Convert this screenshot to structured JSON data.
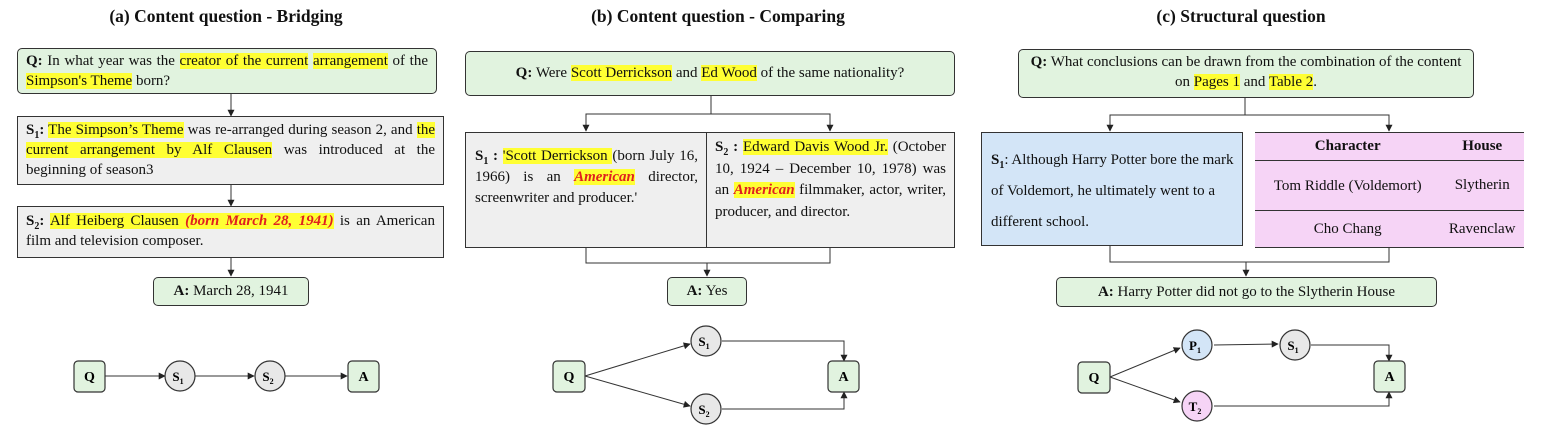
{
  "panel_a": {
    "title": "(a) Content question - Bridging",
    "q_label": "Q:",
    "q_t1": " In what year was the ",
    "q_h1": "creator of the current",
    "q_h2": "arrangement",
    "q_t2": " of the ",
    "q_h3": "Simpson's Theme",
    "q_t3": " born?",
    "s1_label": "S",
    "s1_sub": "1",
    "s1_colon": ":",
    "s1_h1": "The Simpson’s Theme",
    "s1_t1": " was re-arranged during season 2, and ",
    "s1_h2": "the current arrangement by Alf Clausen",
    "s1_t2": " was introduced at the beginning of season3",
    "s2_label": "S",
    "s2_sub": "2",
    "s2_colon": ":",
    "s2_h1": "Alf Heiberg Clausen ",
    "s2_red": "(born March 28, 1941)",
    "s2_t1": " is an American film and television composer.",
    "a_label": "A:",
    "a_text": " March 28, 1941",
    "graph": {
      "q": "Q",
      "s1": "S",
      "s1_sub": "1",
      "s2": "S",
      "s2_sub": "2",
      "a": "A"
    }
  },
  "panel_b": {
    "title": "(b) Content question - Comparing",
    "q_label": "Q:",
    "q_t1": " Were ",
    "q_h1": "Scott Derrickson",
    "q_t2": " and ",
    "q_h2": "Ed Wood",
    "q_t3": " of the same nationality?",
    "s1_label": "S",
    "s1_sub": "1",
    "s1_colon": " :",
    "s1_h1": "'Scott Derrickson ",
    "s1_t1": "(born July 16, 1966) is an ",
    "s1_red": "American",
    "s1_t2": " director, screenwriter and producer.'",
    "s2_label": "S",
    "s2_sub": "2",
    "s2_colon": " :",
    "s2_h1": "Edward Davis Wood Jr.",
    "s2_t1": " (October 10, 1924 – December 10, 1978) was an ",
    "s2_red": "American",
    "s2_t2": " filmmaker, actor, writer, producer, and director.",
    "a_label": "A:",
    "a_text": " Yes",
    "graph": {
      "q": "Q",
      "s1": "S",
      "s1_sub": "1",
      "s2": "S",
      "s2_sub": "2",
      "a": "A"
    }
  },
  "panel_c": {
    "title": "(c) Structural question",
    "q_label": "Q:",
    "q_t1": " What conclusions can be drawn from the combination of the content on ",
    "q_h1": "Pages 1",
    "q_t2": " and ",
    "q_h2": "Table 2",
    "q_t3": ".",
    "s1_label": "S",
    "s1_sub": "1",
    "s1_text": ": Although Harry Potter bore the mark of Voldemort, he ultimately went to a different school.",
    "table": {
      "headers": [
        "Character",
        "House"
      ],
      "rows": [
        [
          "Tom Riddle (Voldemort)",
          "Slytherin"
        ],
        [
          "Cho Chang",
          "Ravenclaw"
        ]
      ]
    },
    "a_label": "A:",
    "a_text": " Harry Potter did not go to the Slytherin House",
    "graph": {
      "q": "Q",
      "p1": "P",
      "p1_sub": "1",
      "t2": "T",
      "t2_sub": "2",
      "s1": "S",
      "s1_sub": "1",
      "a": "A"
    }
  },
  "colors": {
    "green": "#e1f3df",
    "gray": "#efefef",
    "blue": "#d3e5f7",
    "pink": "#f6d4f6",
    "highlight": "#ffff33",
    "red": "#e0201f"
  }
}
